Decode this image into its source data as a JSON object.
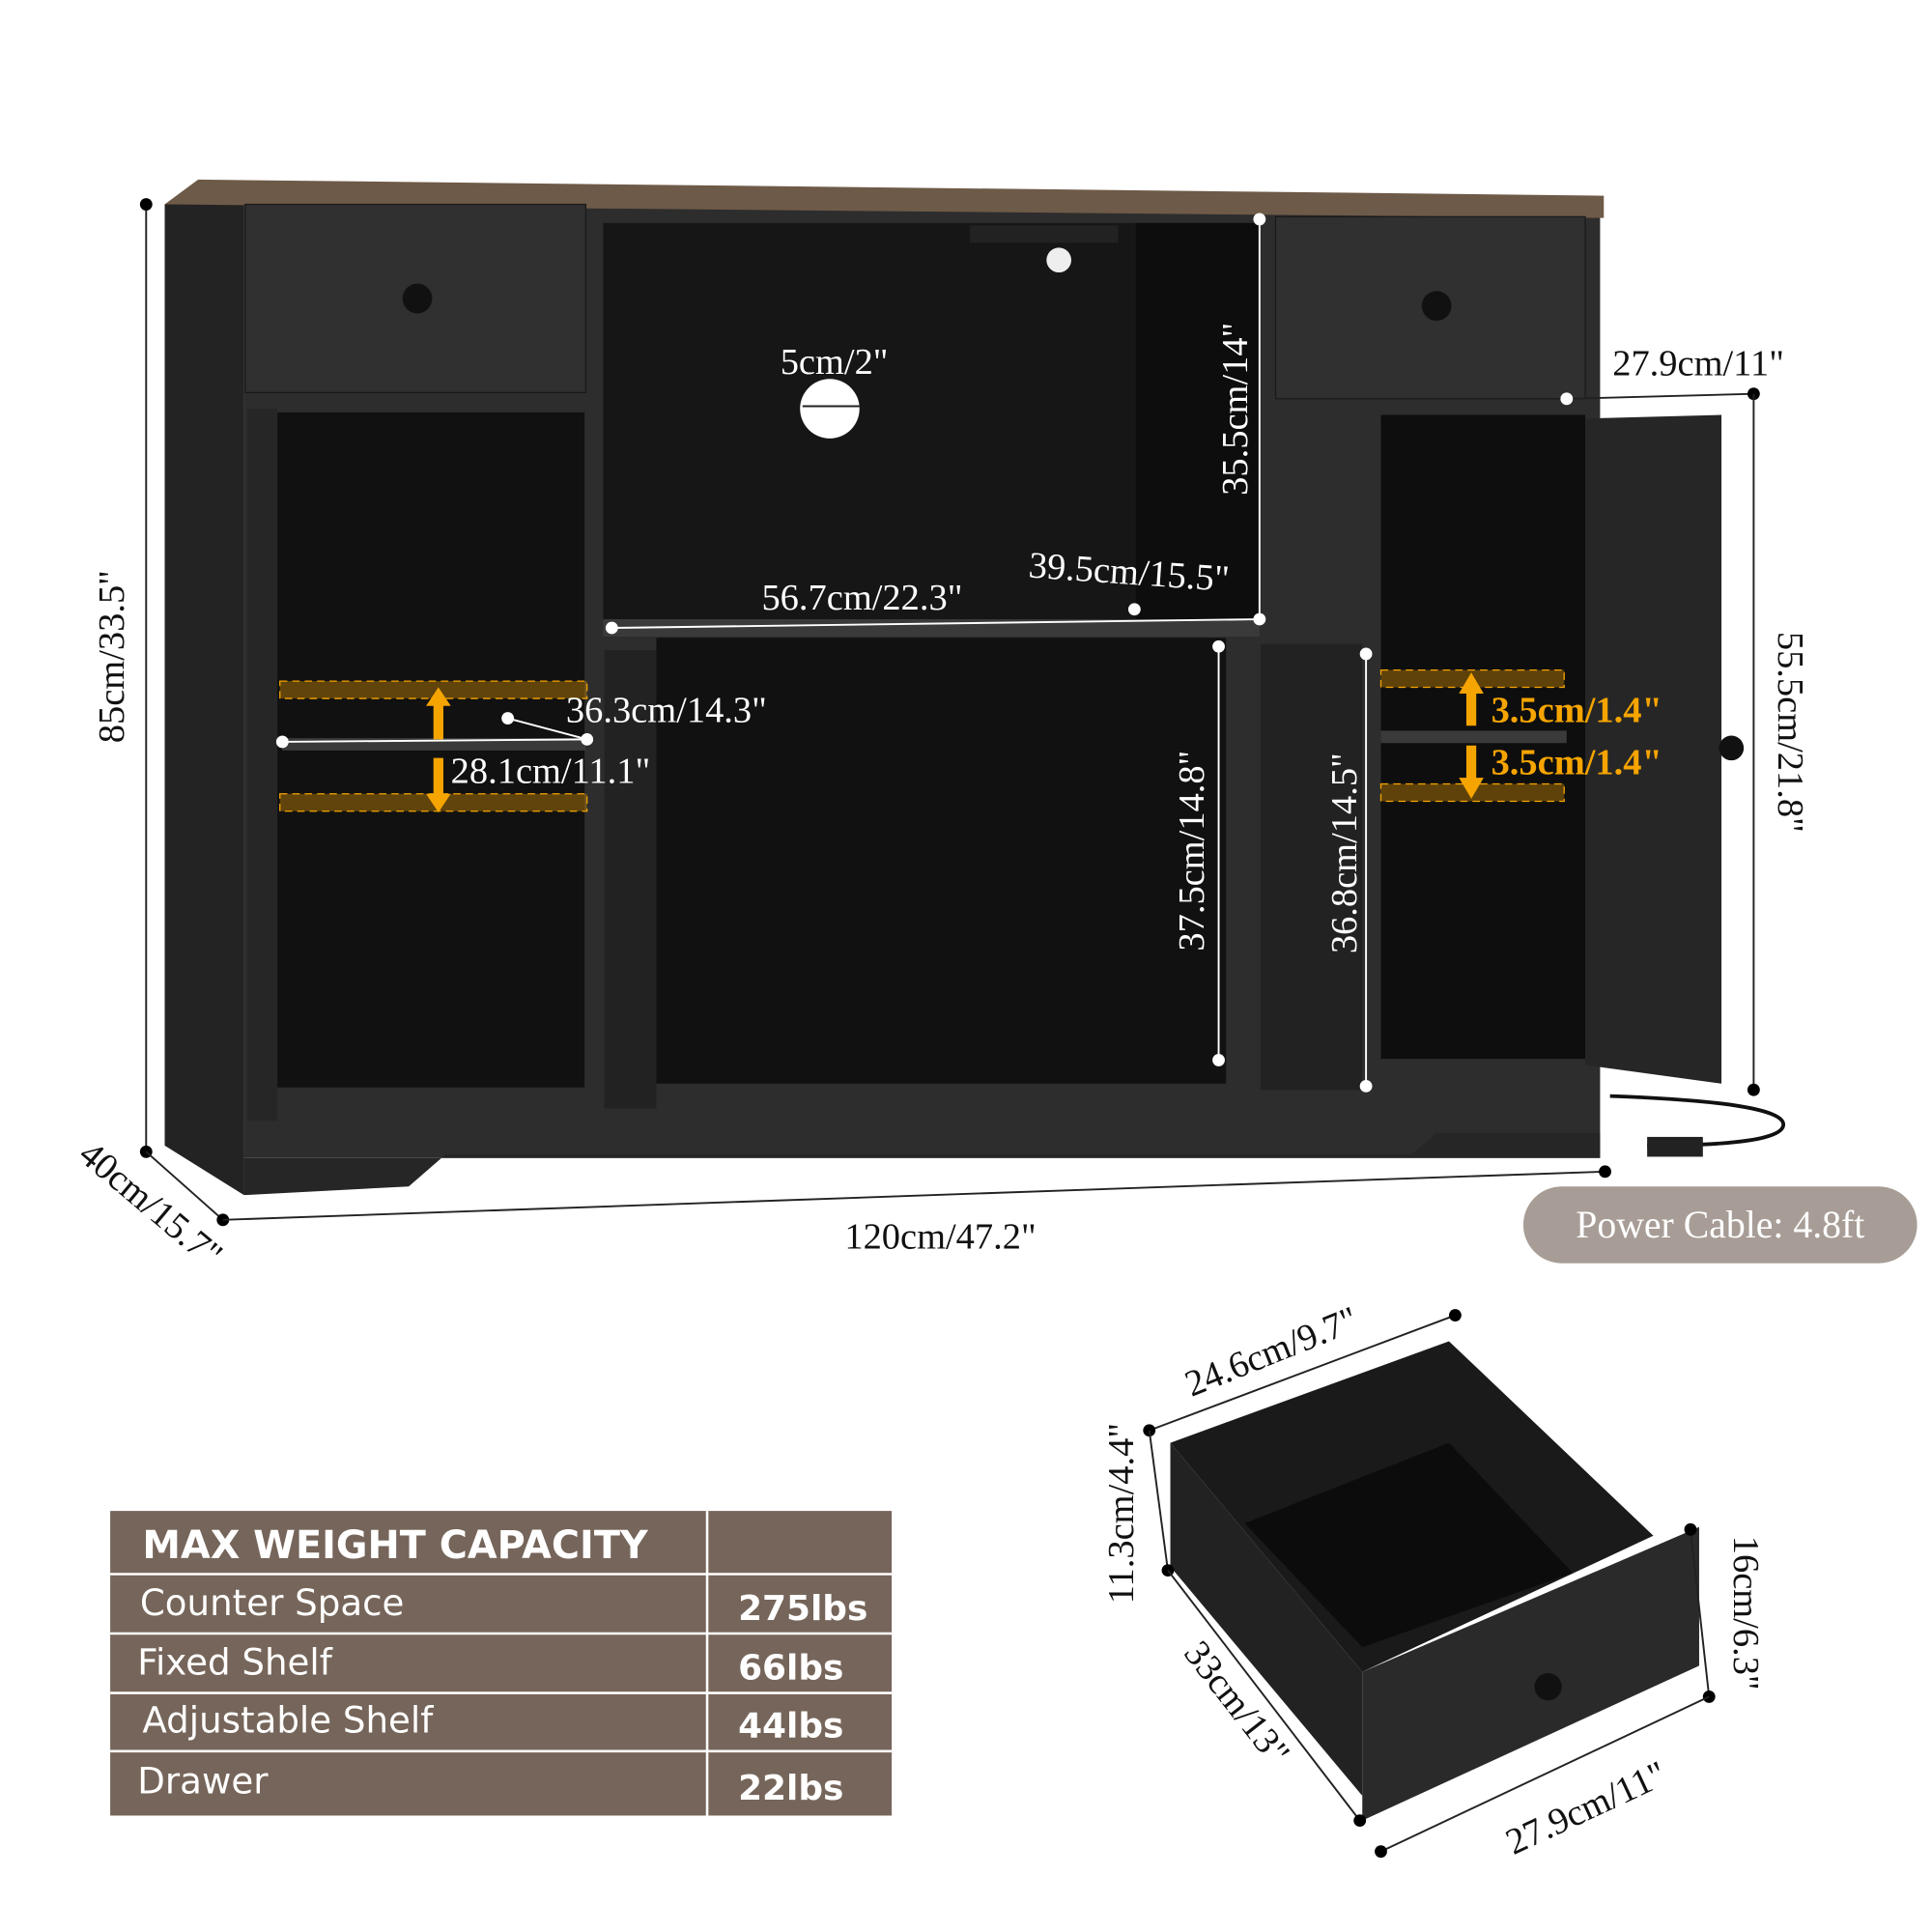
{
  "dimensions": {
    "height": "85cm/33.5\"",
    "depth": "40cm/15.7\"",
    "width": "120cm/47.2\"",
    "cable_hole": "5cm/2\"",
    "center_upper_height": "35.5cm/14\"",
    "center_shelf_width": "56.7cm/22.3\"",
    "center_shelf_depth": "39.5cm/15.5\"",
    "right_drawer_width": "27.9cm/11\"",
    "right_cabinet_height": "55.5cm/21.8\"",
    "left_shelf_depth": "36.3cm/14.3\"",
    "left_shelf_width": "28.1cm/11.1\"",
    "center_lower_height": "37.5cm/14.8\"",
    "center_door_height": "36.8cm/14.5\"",
    "shelf_adjust_up": "3.5cm/1.4\"",
    "shelf_adjust_down": "3.5cm/1.4\""
  },
  "power_cable": "Power Cable: 4.8ft",
  "drawer": {
    "width_back": "24.6cm/9.7\"",
    "inner_height": "11.3cm/4.4\"",
    "depth": "33cm/13\"",
    "front_height": "16cm/6.3\"",
    "front_width": "27.9cm/11\""
  },
  "weight_table": {
    "title": "MAX WEIGHT CAPACITY",
    "rows": [
      {
        "label": "Counter Space",
        "value": "275lbs"
      },
      {
        "label": "Fixed Shelf",
        "value": "66lbs"
      },
      {
        "label": "Adjustable Shelf",
        "value": "44lbs"
      },
      {
        "label": "Drawer",
        "value": "22lbs"
      }
    ]
  },
  "colors": {
    "cabinet": "#2b2b2b",
    "top": "#6e5a48",
    "table": "#76655a",
    "pill": "#a79d96",
    "accent": "#f5a400"
  }
}
